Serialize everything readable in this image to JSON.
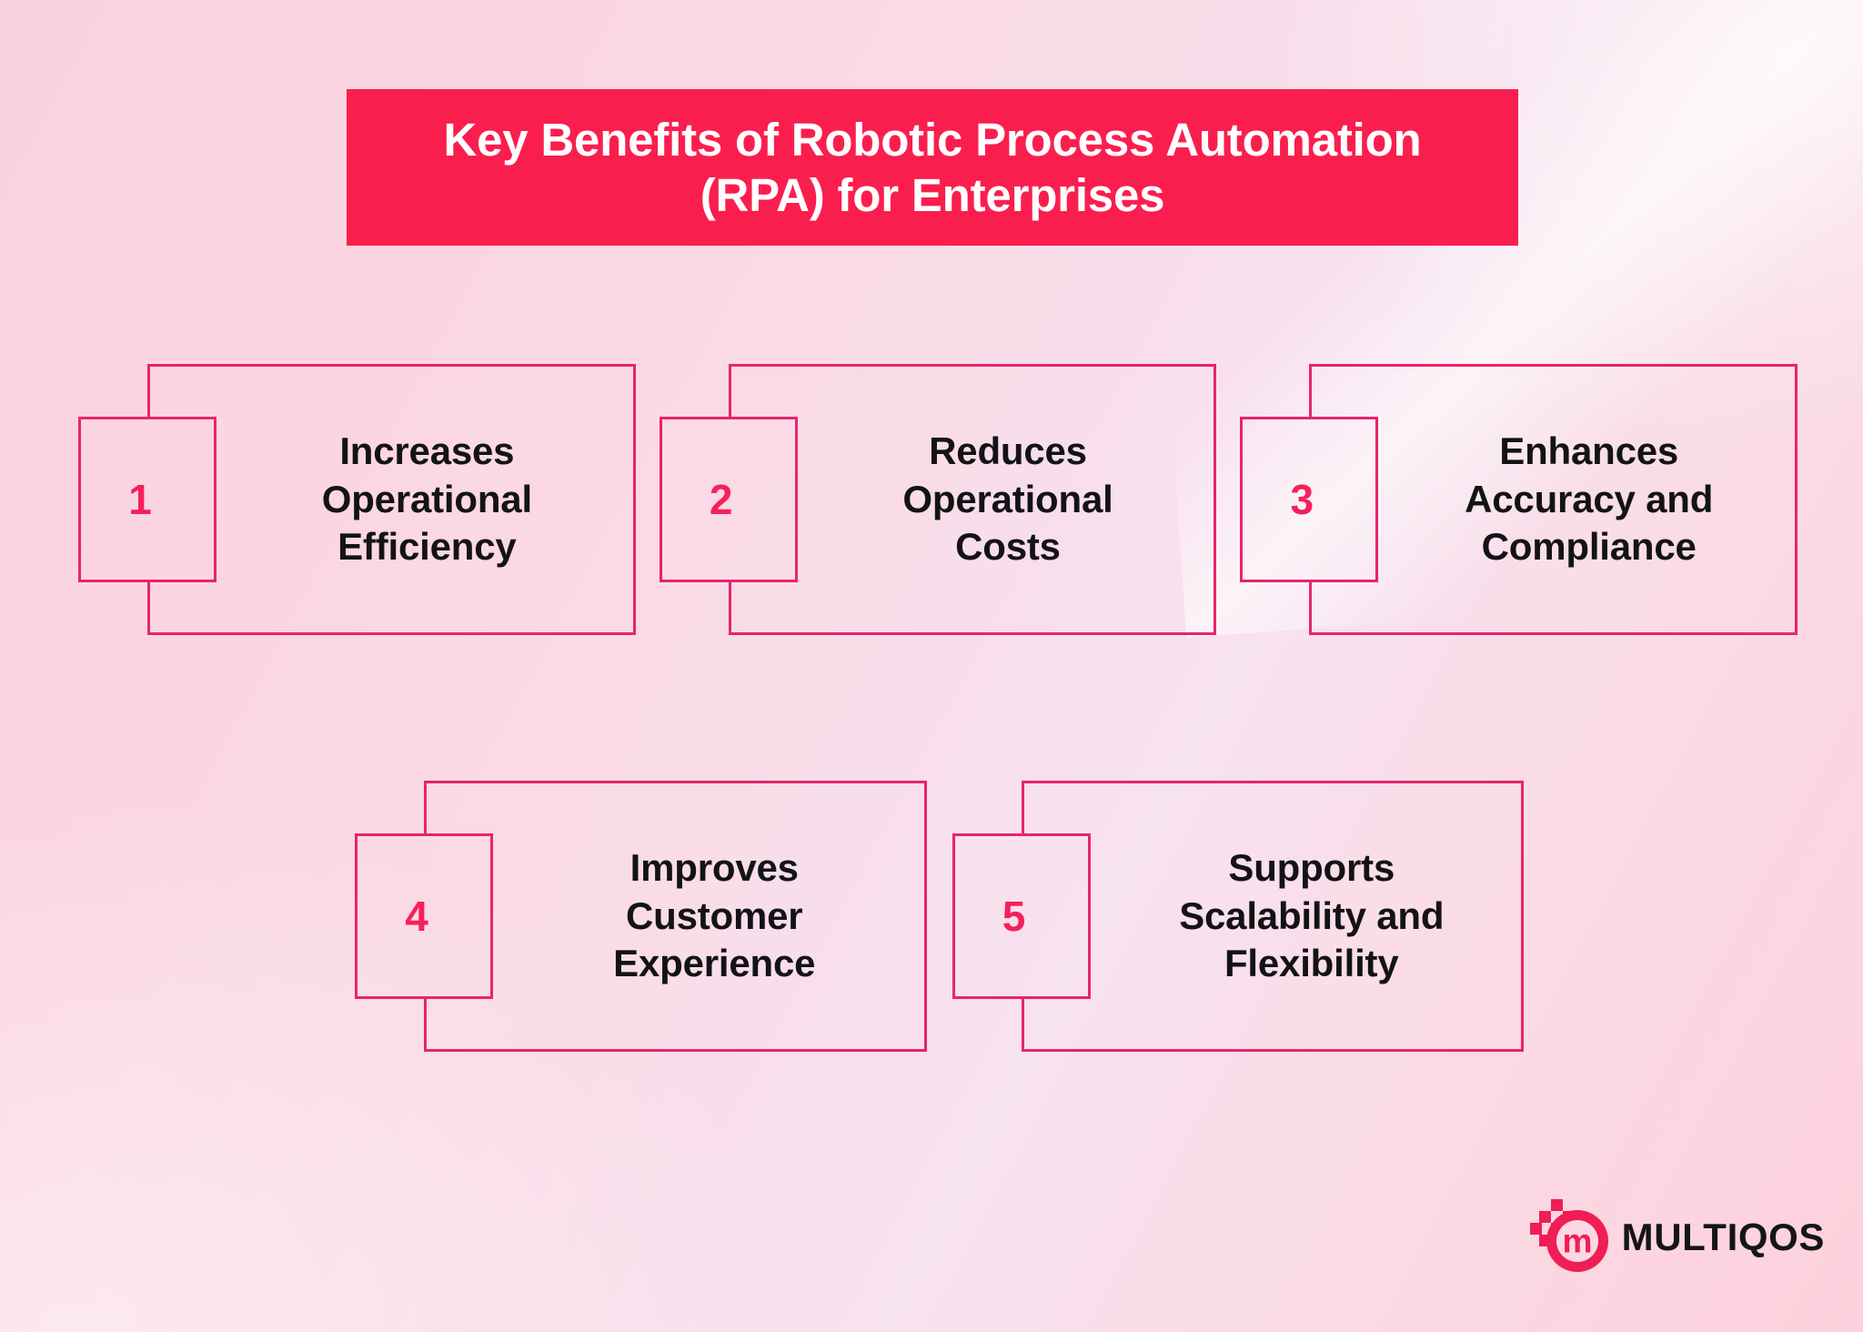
{
  "title": {
    "line1": "Key Benefits of Robotic Process Automation",
    "line2": "(RPA) for Enterprises",
    "full": "Key Benefits of Robotic Process Automation (RPA) for Enterprises"
  },
  "colors": {
    "banner_bg": "#fa1e4e",
    "banner_text": "#ffffff",
    "card_border": "#e8246b",
    "number_text": "#f5205a",
    "card_text": "#131315",
    "background_light": "#f8e3ef",
    "background_pink": "#fad2de",
    "logo_mark": "#ef1e55",
    "logo_word": "#151517"
  },
  "benefits": [
    {
      "number": "1",
      "label": "Increases Operational Efficiency",
      "lines": [
        "Increases",
        "Operational",
        "Efficiency"
      ]
    },
    {
      "number": "2",
      "label": "Reduces Operational Costs",
      "lines": [
        "Reduces",
        "Operational",
        "Costs"
      ]
    },
    {
      "number": "3",
      "label": "Enhances Accuracy and Compliance",
      "lines": [
        "Enhances",
        "Accuracy and",
        "Compliance"
      ]
    },
    {
      "number": "4",
      "label": "Improves Customer Experience",
      "lines": [
        "Improves",
        "Customer",
        "Experience"
      ]
    },
    {
      "number": "5",
      "label": "Supports Scalability and Flexibility",
      "lines": [
        "Supports",
        "Scalability and",
        "Flexibility"
      ]
    }
  ],
  "logo": {
    "wordmark": "MULTIQOS",
    "mark_letter": "m",
    "icon": "multiqos-logo-icon"
  }
}
